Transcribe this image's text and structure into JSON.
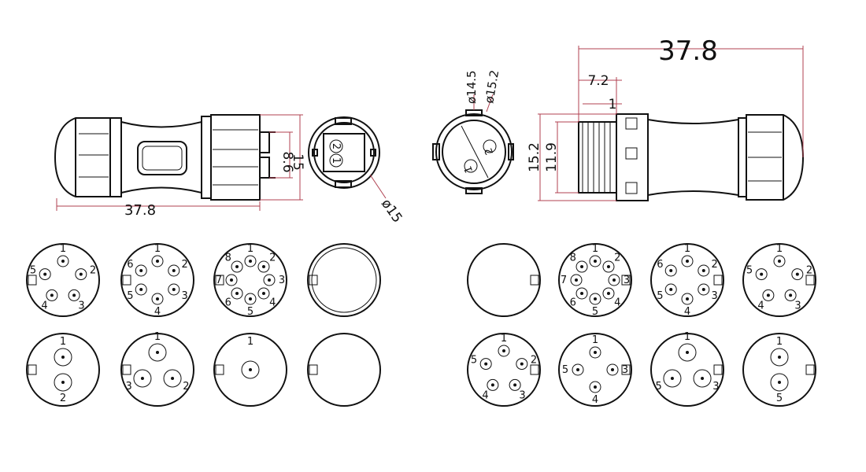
{
  "dimensions": {
    "left_length": "37.8",
    "left_outer_height": "15",
    "left_inner_height": "8.6",
    "left_face_diameter": "ø15",
    "right_diameter_inner": "ø14.5",
    "right_diameter_outer": "ø15.2",
    "right_length": "37.8",
    "right_thread_length": "7.2",
    "right_step": "1",
    "right_outer_height": "15.2",
    "right_thread_height": "11.9"
  },
  "front_face_pins": [
    "2",
    "1"
  ],
  "rear_face_pins": [
    "1",
    "2"
  ],
  "male_inserts": [
    {
      "pins": [
        "1",
        "2",
        "3",
        "4",
        "5"
      ]
    },
    {
      "pins": [
        "1",
        "2",
        "3",
        "4",
        "5",
        "6"
      ]
    },
    {
      "pins": [
        "1",
        "2",
        "3",
        "4",
        "5",
        "6",
        "7",
        "8"
      ]
    },
    {
      "pins": []
    },
    {
      "pins": [
        "1",
        "2"
      ]
    },
    {
      "pins": [
        "1",
        "2",
        "3"
      ]
    },
    {
      "pins": [
        "1"
      ]
    },
    {
      "pins": []
    }
  ],
  "female_inserts": [
    {
      "pins": []
    },
    {
      "pins": [
        "1",
        "2",
        "3",
        "4",
        "5",
        "6",
        "7",
        "8"
      ]
    },
    {
      "pins": [
        "1",
        "2",
        "3",
        "4",
        "5",
        "6"
      ]
    },
    {
      "pins": [
        "1",
        "2",
        "3",
        "4",
        "5"
      ]
    },
    {
      "pins": [
        "1",
        "2",
        "3",
        "4",
        "5"
      ]
    },
    {
      "pins": [
        "1",
        "3",
        "4",
        "5"
      ]
    },
    {
      "pins": [
        "1",
        "3",
        "5"
      ]
    },
    {
      "pins": [
        "1",
        "5"
      ]
    }
  ]
}
